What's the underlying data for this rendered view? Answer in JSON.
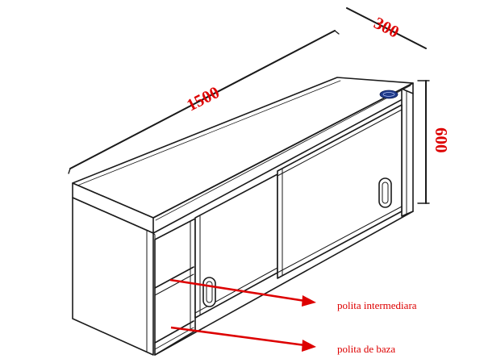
{
  "dimensions": {
    "length": "1500",
    "depth": "300",
    "height": "600"
  },
  "callouts": {
    "middle_shelf": "polita intermediara",
    "base_shelf": "polita de baza"
  },
  "colors": {
    "outline": "#1a1a1a",
    "callout": "#dd0000",
    "badge": "#1f3a8a"
  },
  "badge_icon": "brand-logo-badge"
}
